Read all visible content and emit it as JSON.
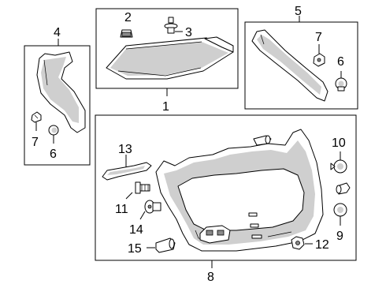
{
  "callouts": {
    "c1": "1",
    "c2": "2",
    "c3": "3",
    "c4": "4",
    "c5": "5",
    "c6a": "6",
    "c6b": "6",
    "c7a": "7",
    "c7b": "7",
    "c8": "8",
    "c9": "9",
    "c10": "10",
    "c11": "11",
    "c12": "12",
    "c13": "13",
    "c14": "14",
    "c15": "15"
  }
}
